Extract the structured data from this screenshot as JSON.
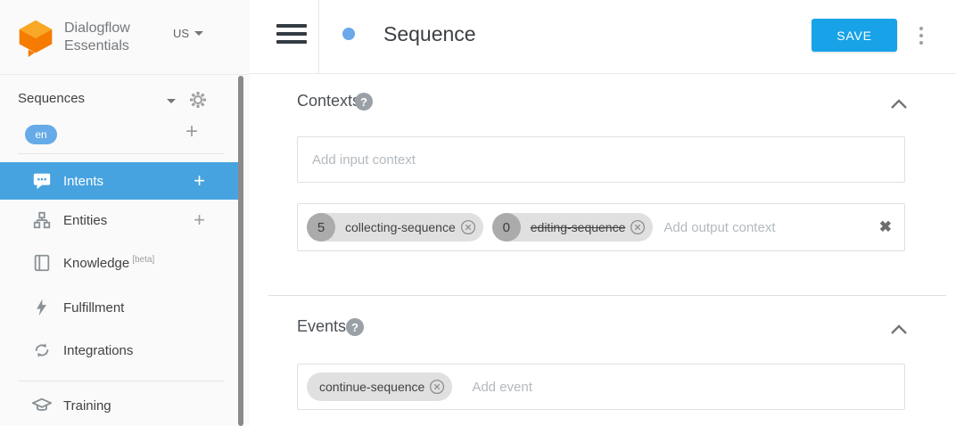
{
  "app": {
    "brand_line1": "Dialogflow",
    "brand_line2": "Essentials",
    "region": "US"
  },
  "sidebar": {
    "agent_name": "Sequences",
    "locale_badge": "en",
    "items": [
      {
        "label": "Intents",
        "icon": "chat-bubble-icon",
        "has_add": true,
        "active": true
      },
      {
        "label": "Entities",
        "icon": "entity-tree-icon",
        "has_add": true,
        "active": false
      },
      {
        "label": "Knowledge",
        "sup": "[beta]",
        "icon": "book-icon",
        "has_add": false,
        "active": false
      },
      {
        "label": "Fulfillment",
        "icon": "lightning-icon",
        "has_add": false,
        "active": false
      },
      {
        "label": "Integrations",
        "icon": "sync-icon",
        "has_add": false,
        "active": false
      },
      {
        "label": "Training",
        "icon": "graduation-cap-icon",
        "has_add": false,
        "active": false
      }
    ]
  },
  "header": {
    "title": "Sequence",
    "save_label": "SAVE"
  },
  "contexts": {
    "heading": "Contexts",
    "input_placeholder": "Add input context",
    "output_placeholder": "Add output context",
    "output_chips": [
      {
        "lifespan": "5",
        "label": "collecting-sequence",
        "strikethrough": false
      },
      {
        "lifespan": "0",
        "label": "editing-sequence",
        "strikethrough": true
      }
    ]
  },
  "events": {
    "heading": "Events",
    "placeholder": "Add event",
    "chips": [
      {
        "label": "continue-sequence"
      }
    ]
  },
  "glyphs": {
    "plus": "+",
    "help": "?",
    "clear": "✖"
  },
  "colors": {
    "save_blue": "#18a3e8",
    "active_item_blue": "#47a3e0",
    "locale_badge_blue": "#66abe8",
    "intent_dot_blue": "#6aa9ea",
    "logo_orange_top": "#f9a825",
    "logo_orange_body": "#f57c00",
    "chip_gray": "#e0e0e0",
    "sidebar_bg": "#fafafa"
  }
}
